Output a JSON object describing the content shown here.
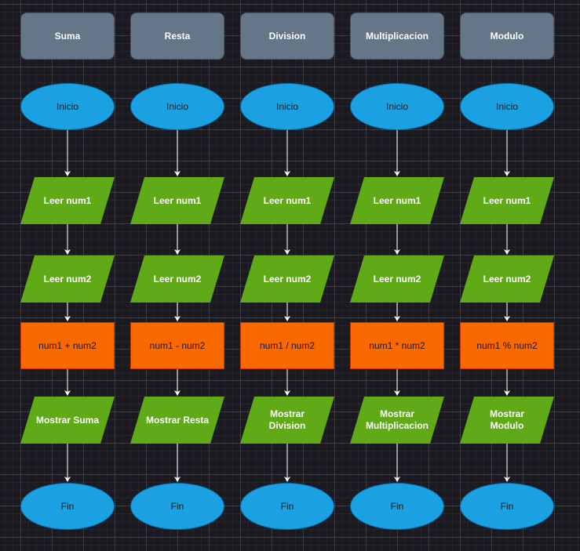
{
  "columns": [
    {
      "header": "Suma",
      "start": "Inicio",
      "input1": "Leer num1",
      "input2": "Leer num2",
      "process": "num1 + num2",
      "output": "Mostrar Suma",
      "end": "Fin"
    },
    {
      "header": "Resta",
      "start": "Inicio",
      "input1": "Leer num1",
      "input2": "Leer num2",
      "process": "num1 - num2",
      "output": "Mostrar Resta",
      "end": "Fin"
    },
    {
      "header": "Division",
      "start": "Inicio",
      "input1": "Leer num1",
      "input2": "Leer num2",
      "process": "num1 / num2",
      "output": "Mostrar Division",
      "end": "Fin"
    },
    {
      "header": "Multiplicacion",
      "start": "Inicio",
      "input1": "Leer num1",
      "input2": "Leer num2",
      "process": "num1 * num2",
      "output": "Mostrar Multiplicacion",
      "end": "Fin"
    },
    {
      "header": "Modulo",
      "start": "Inicio",
      "input1": "Leer num1",
      "input2": "Leer num2",
      "process": "num1 % num2",
      "output": "Mostrar Modulo",
      "end": "Fin"
    }
  ],
  "colors": {
    "background": "#1b1a21",
    "header_fill": "#647687",
    "terminal_fill": "#1ba1e2",
    "io_fill": "#60a917",
    "process_fill": "#fa6800",
    "arrow": "#ffffff"
  }
}
